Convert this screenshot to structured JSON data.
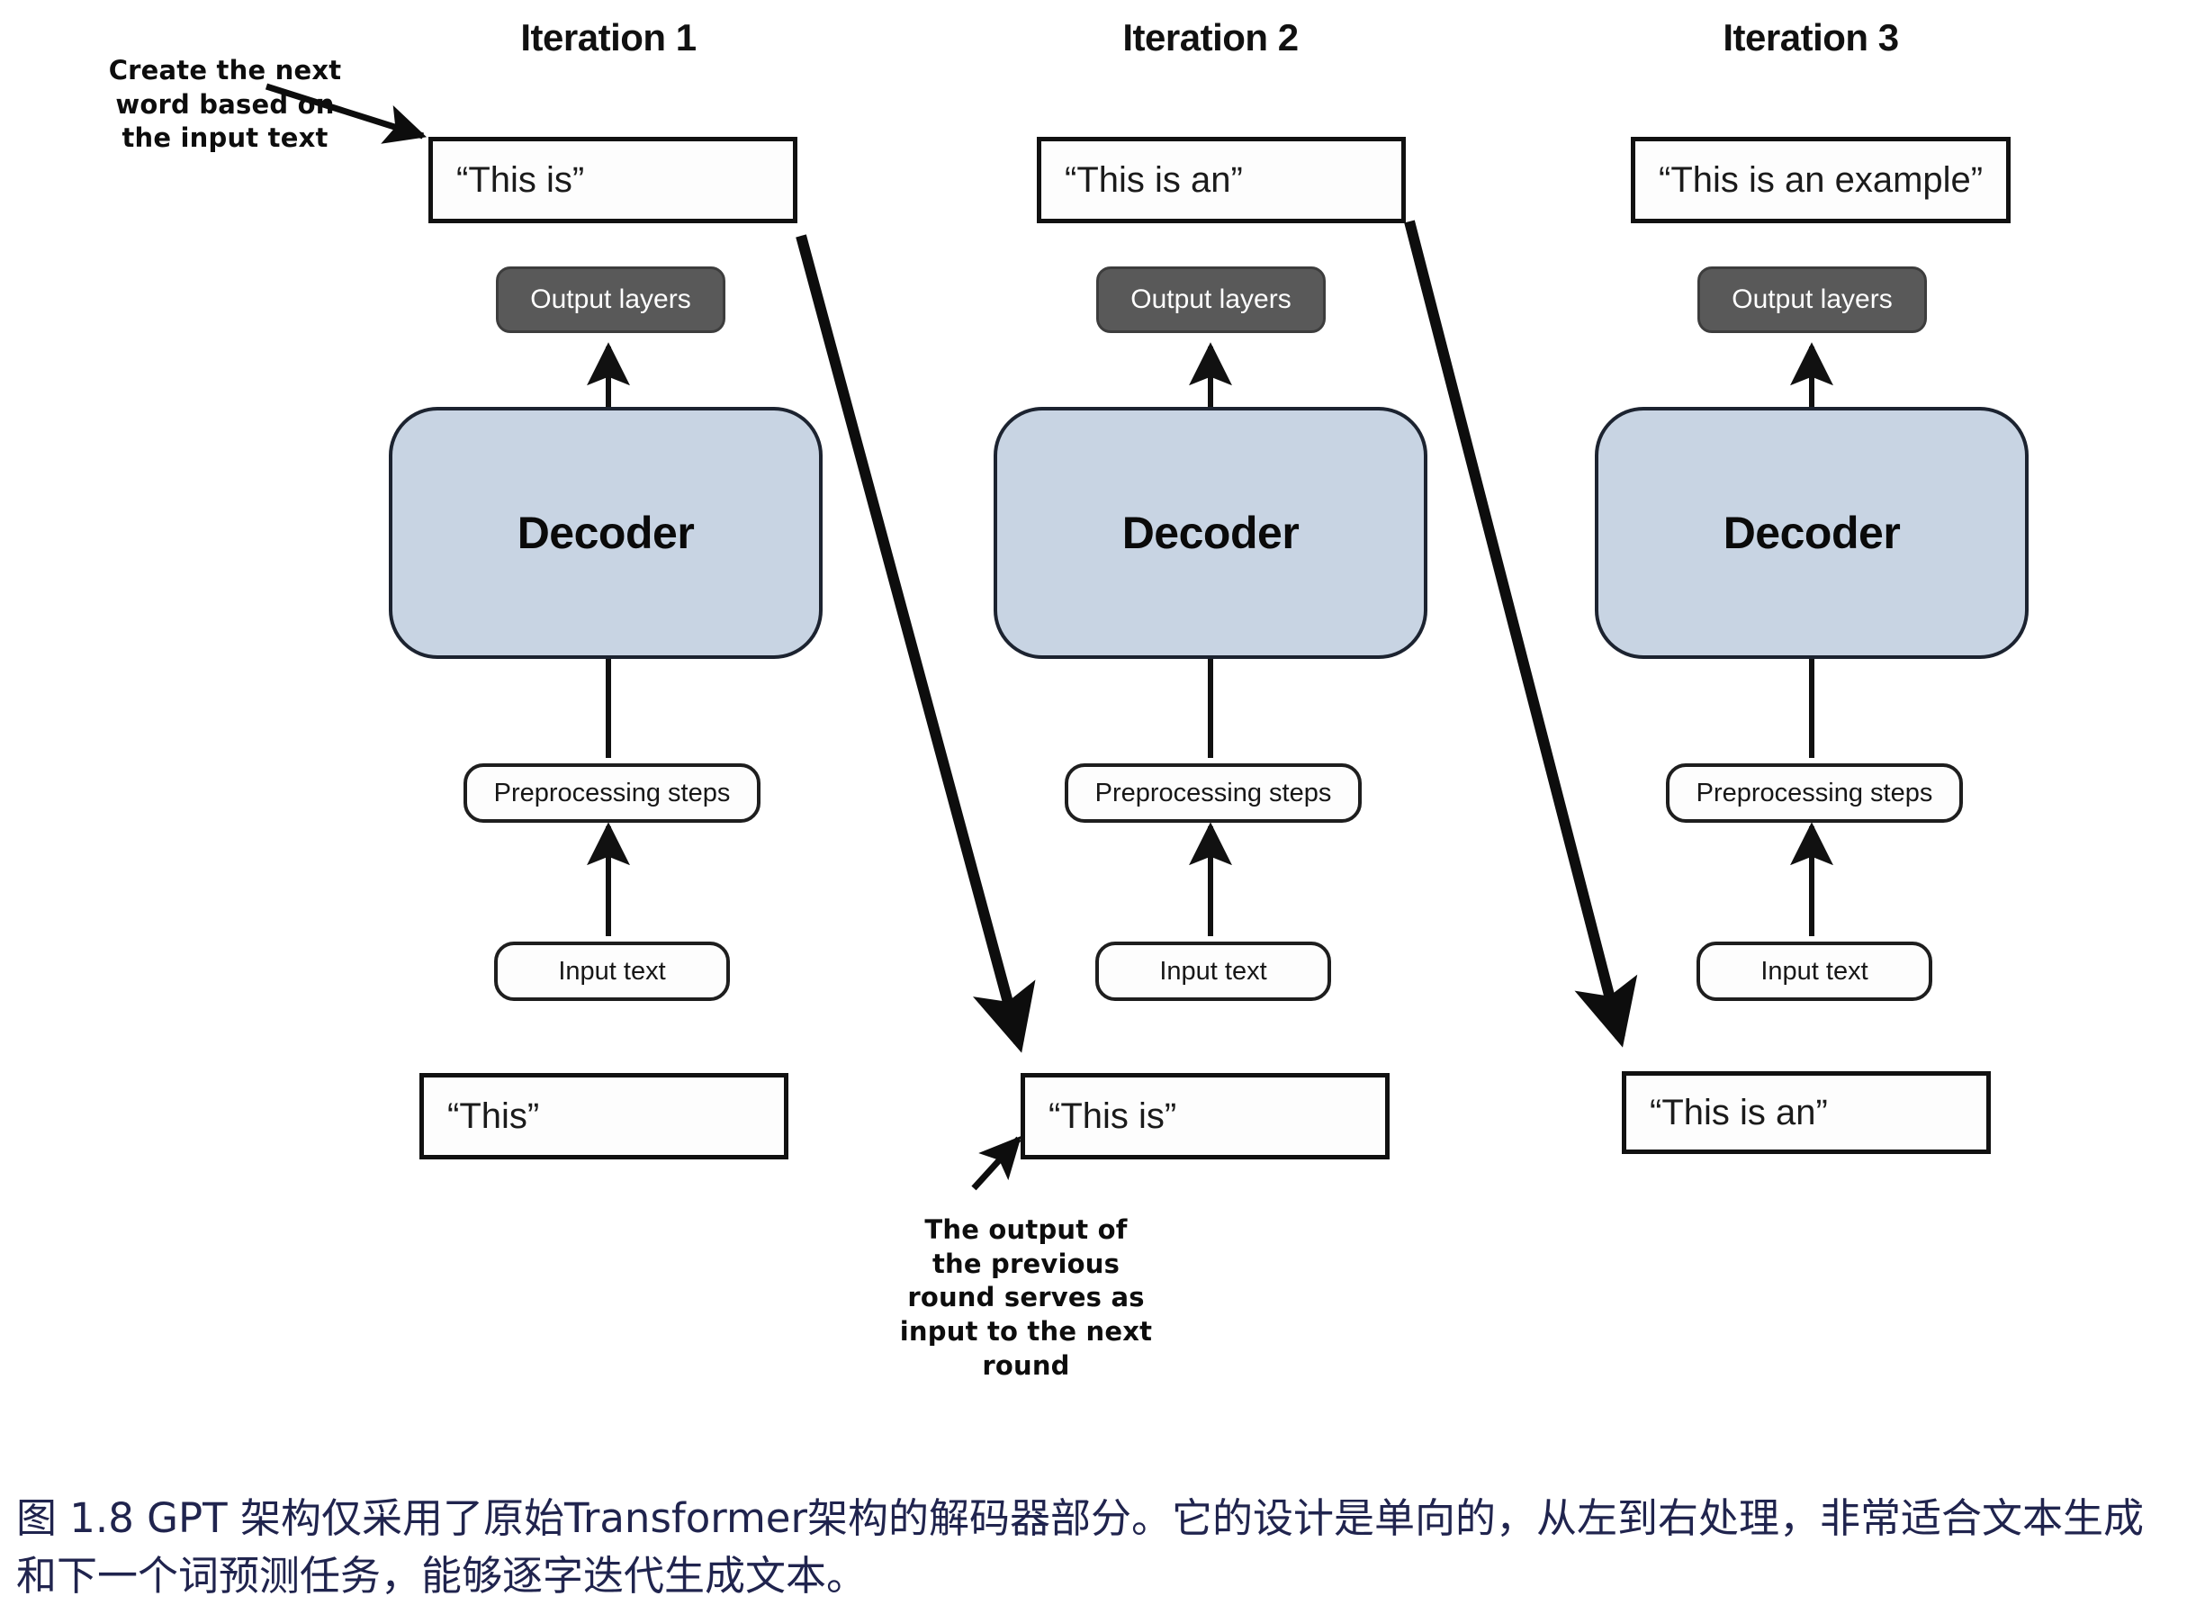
{
  "figure": {
    "caption": "图 1.8  GPT 架构仅采用了原始Transformer架构的解码器部分。它的设计是单向的，从左到右处理，非常适合文本生成和下一个词预测任务，能够逐字迭代生成文本。",
    "caption_color": "#20244e"
  },
  "annotations": {
    "top_left": "Create the next word based on the input text",
    "bottom_middle": "The output of the previous round serves as input to the next round"
  },
  "palette": {
    "decoder_fill": "#c8d4e3",
    "decoder_stroke": "#1c2330",
    "output_layers_fill": "#595959",
    "box_stroke": "#111111",
    "background": "#ffffff"
  },
  "common_labels": {
    "output_layers": "Output layers",
    "decoder": "Decoder",
    "preprocessing": "Preprocessing steps",
    "input_text": "Input text"
  },
  "columns": [
    {
      "title": "Iteration 1",
      "output_text": "“This is”",
      "input_text_value": "“This”",
      "output_layers": "Output layers",
      "decoder": "Decoder",
      "preprocessing": "Preprocessing steps",
      "input_text_label": "Input text"
    },
    {
      "title": "Iteration 2",
      "output_text": "“This is an”",
      "input_text_value": "“This is”",
      "output_layers": "Output layers",
      "decoder": "Decoder",
      "preprocessing": "Preprocessing steps",
      "input_text_label": "Input text"
    },
    {
      "title": "Iteration 3",
      "output_text": "“This is an example”",
      "input_text_value": "“This is an”",
      "output_layers": "Output layers",
      "decoder": "Decoder",
      "preprocessing": "Preprocessing steps",
      "input_text_label": "Input text"
    }
  ]
}
